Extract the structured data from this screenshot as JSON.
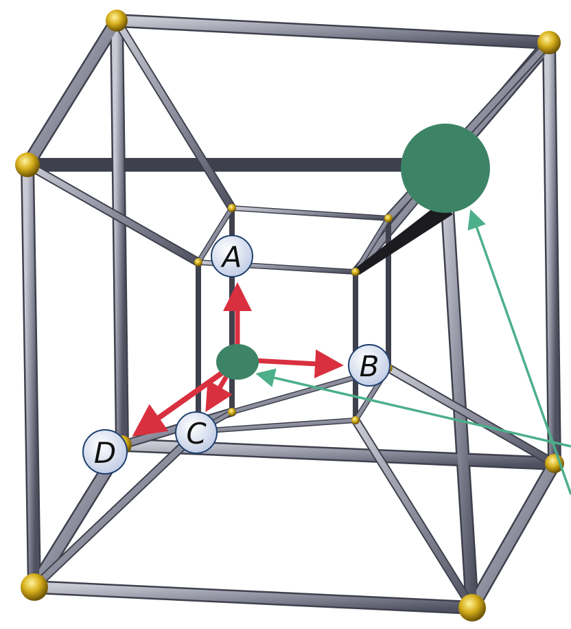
{
  "labels": {
    "a": "A",
    "b": "B",
    "c": "C",
    "d": "D"
  },
  "colors": {
    "rod": "#8d8f9e",
    "node": "#d8b01c",
    "arrow": "#d9303f",
    "highlight": "#3d8466",
    "pointer": "#4caf8a",
    "label_fill": "#dbe3f3"
  }
}
